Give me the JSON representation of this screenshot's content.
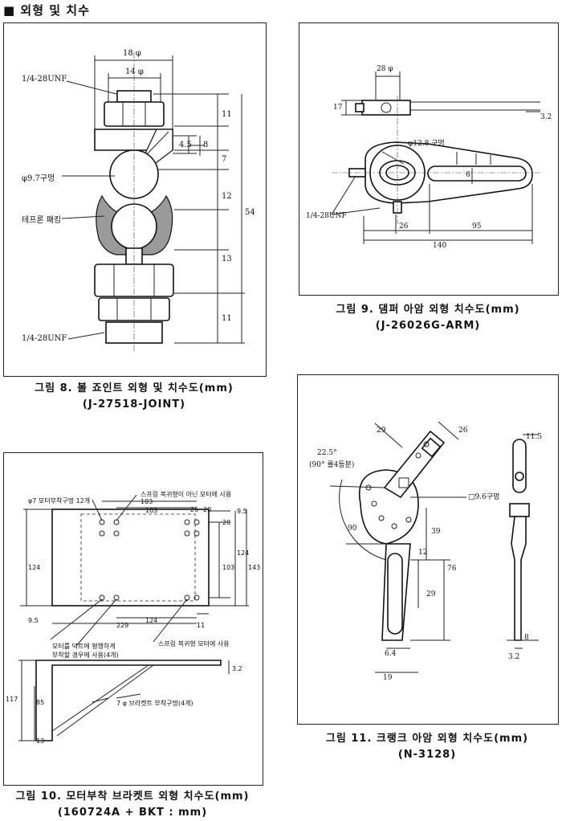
{
  "header": {
    "bullet": "■",
    "title": "외형 및 치수"
  },
  "fig8": {
    "caption1": "그림 8.  볼 죠인트 외형 및 치수도(mm)",
    "caption2": "(J-27518-JOINT)",
    "labels": {
      "thread_top": "1/4-28UNF",
      "thread_bottom": "1/4-28UNF",
      "hole": "φ9.7구멍",
      "teflon": "테프론 패킹"
    },
    "dims": {
      "d18": "18 φ",
      "d14": "14 φ",
      "h11a": "11",
      "h7": "7",
      "h45": "4.5",
      "h8": "8",
      "h12": "12",
      "h54": "54",
      "h13": "13",
      "h11b": "11"
    }
  },
  "fig9": {
    "caption1": "그림 9.  댐퍼 아암 외형 치수도(mm)",
    "caption2": "(J-26026G-ARM)",
    "labels": {
      "hole": "φ12.8 구멍",
      "thread": "1/4-28UNF"
    },
    "dims": {
      "d28": "28 φ",
      "h17": "17",
      "t32": "3.2",
      "w6": "6",
      "l26": "26",
      "l95": "95",
      "l140": "140"
    }
  },
  "fig10": {
    "caption1": "그림 10.  모터부착 브라켓트 외형 치수도(mm)",
    "caption2": "(160724A + BKT : mm)",
    "labels": {
      "holes12": "φ7 모터부착구멍 12개",
      "nonspring": "스프링 복귀형이 아닌 모터에 사용",
      "parallel1": "모터를 덕트에 평행하게",
      "parallel2": "부착할 경우에 사용(4개)",
      "spring": "스프링 복귀형 모터에 사용",
      "bkthole": "7 φ 브라켓트 부착구멍(4개)"
    },
    "dims": {
      "a103": "103",
      "b103": "103",
      "c26": "26",
      "c20": "20",
      "c95a": "9.5",
      "c20b": "20",
      "v124a": "124",
      "v124b": "124",
      "v103": "103",
      "v143": "143",
      "v95": "9.5",
      "h229": "229",
      "h124": "124",
      "h11": "11",
      "t32": "3.2",
      "h117": "117",
      "h85": "85",
      "h13": "13"
    }
  },
  "fig11": {
    "caption1": "그림 11.  크랭크 아암 외형 치수도(mm)",
    "caption2": "(N-3128)",
    "labels": {
      "angle": "22.5°",
      "angle_note": "(90° 를4등분)",
      "sq": "□9.6구멍"
    },
    "dims": {
      "d29": "29",
      "d26": "26",
      "d115": "11.5",
      "r90": "90",
      "d39": "39",
      "d12": "12",
      "d76": "76",
      "d29b": "29",
      "d64": "6.4",
      "d19": "19",
      "d8": "8",
      "d32": "3.2"
    }
  }
}
